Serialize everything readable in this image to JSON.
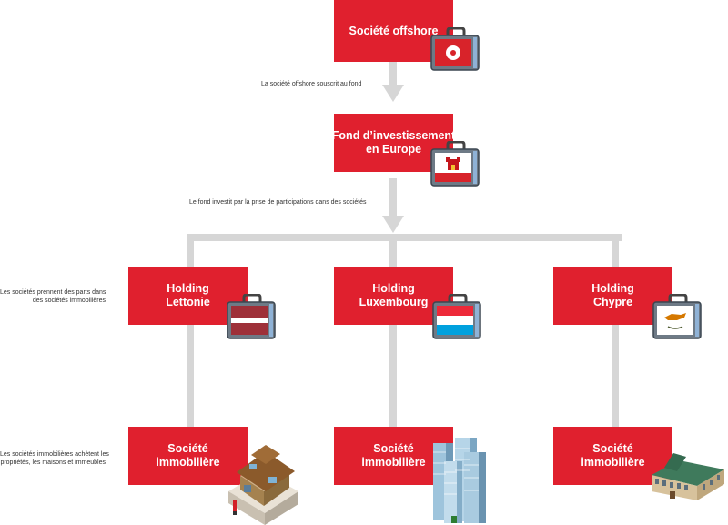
{
  "boxes": {
    "offshore": {
      "line1": "Société offshore",
      "line2": ""
    },
    "fund": {
      "line1": "Fond d’investissement",
      "line2": "en Europe"
    },
    "latvia": {
      "line1": "Holding",
      "line2": "Lettonie"
    },
    "luxembourg": {
      "line1": "Holding",
      "line2": "Luxembourg"
    },
    "cyprus": {
      "line1": "Holding",
      "line2": "Chypre"
    },
    "realestate_1": {
      "line1": "Société",
      "line2": "immobilière"
    },
    "realestate_2": {
      "line1": "Société",
      "line2": "immobilière"
    },
    "realestate_3": {
      "line1": "Société",
      "line2": "immobilière"
    }
  },
  "notes": {
    "subscribe": "La société offshore souscrit au fond",
    "invest": "Le fond investit par la prise de participations dans des sociétés",
    "holdings_line1": "Les sociétés prennent des parts dans",
    "holdings_line2": "des sociétés immobilières",
    "realestate_line1": "Les sociétés immobilières achètent les",
    "realestate_line2": "propriétés, les maisons et immeubles"
  },
  "icons": [
    "hong-kong-flag-briefcase-icon",
    "gibraltar-flag-briefcase-icon",
    "latvia-flag-briefcase-icon",
    "luxembourg-flag-briefcase-icon",
    "cyprus-flag-briefcase-icon",
    "house-icon",
    "skyscrapers-icon",
    "manor-icon"
  ],
  "colors": {
    "box": "#e0202e",
    "connector": "#d6d6d6",
    "note_text": "#333333"
  }
}
